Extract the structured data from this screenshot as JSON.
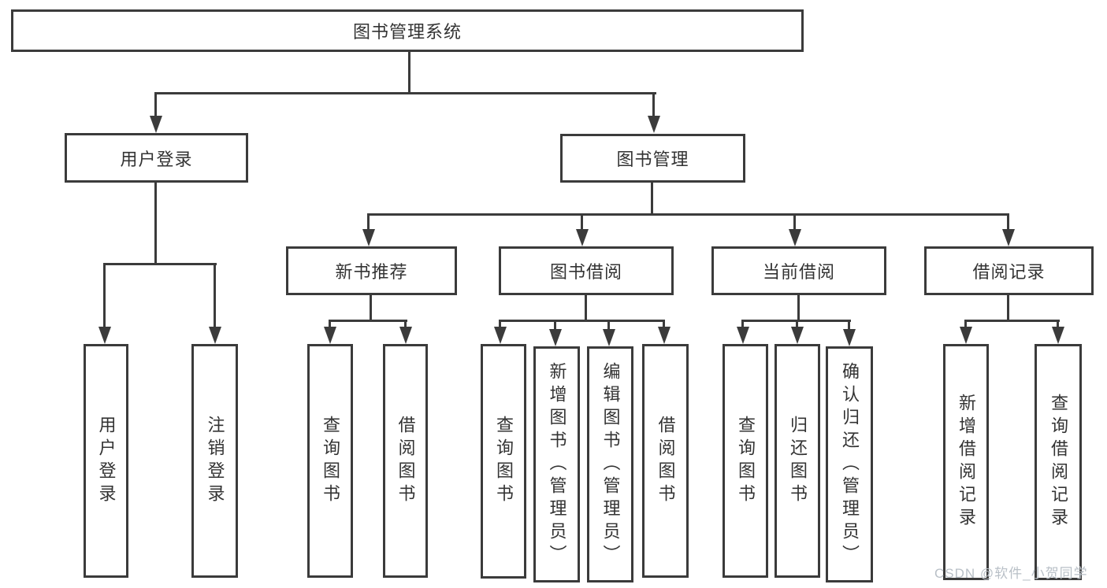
{
  "tree": {
    "label": "图书管理系统",
    "children": [
      {
        "label": "用户登录",
        "children": [
          {
            "label": "用户登录"
          },
          {
            "label": "注销登录"
          }
        ]
      },
      {
        "label": "图书管理",
        "children": [
          {
            "label": "新书推荐",
            "children": [
              {
                "label": "查询图书"
              },
              {
                "label": "借阅图书"
              }
            ]
          },
          {
            "label": "图书借阅",
            "children": [
              {
                "label": "查询图书"
              },
              {
                "label": "新增图书（管理员）"
              },
              {
                "label": "编辑图书（管理员）"
              },
              {
                "label": "借阅图书"
              }
            ]
          },
          {
            "label": "当前借阅",
            "children": [
              {
                "label": "查询图书"
              },
              {
                "label": "归还图书"
              },
              {
                "label": "确认归还（管理员）"
              }
            ]
          },
          {
            "label": "借阅记录",
            "children": [
              {
                "label": "新增借阅记录"
              },
              {
                "label": "查询借阅记录"
              }
            ]
          }
        ]
      }
    ]
  },
  "watermark": {
    "text": "CSDN @软件_小贺同学"
  },
  "colors": {
    "line": "#3b3b3b",
    "text": "#333333",
    "watermark": "#b9c0c7",
    "background": "#ffffff"
  }
}
